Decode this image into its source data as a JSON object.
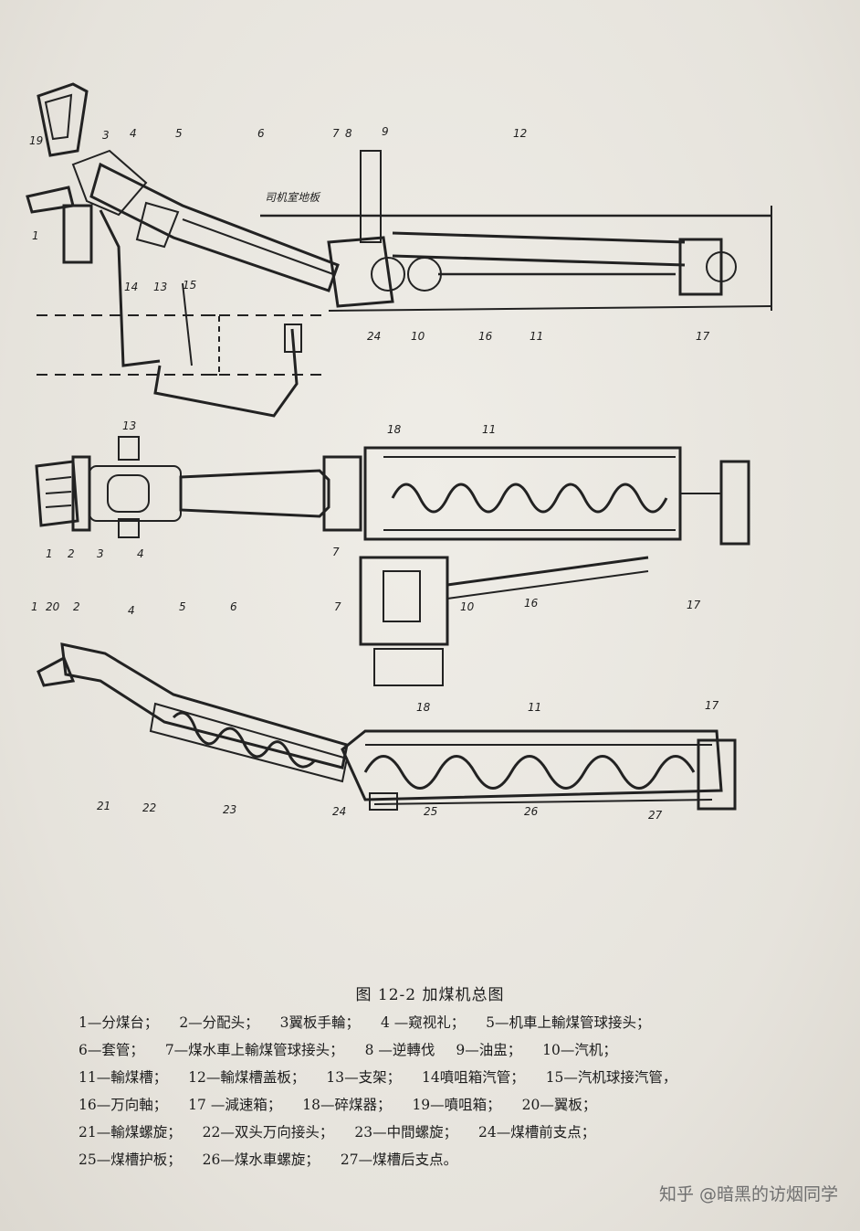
{
  "figure": {
    "caption": "图 12-2   加煤机总图",
    "top_view_note": "司机室地板"
  },
  "legend_rows": [
    [
      "1—分煤台；",
      "2—分配头；",
      "3翼板手輪；",
      "4 —窥视礼；",
      "5—机車上輸煤管球接头；"
    ],
    [
      "6—套管；",
      "7—煤水車上輸煤管球接头；",
      "8 —逆轉伐",
      "9—油盅；",
      "10—汽机；"
    ],
    [
      "11—輸煤槽；",
      "12—輸煤槽盖板；",
      "13—支架；",
      "14噴咀箱汽管；",
      "15—汽机球接汽管，"
    ],
    [
      "16—万向軸；",
      "17 —減速箱；",
      "18—碎煤器；",
      "19—噴咀箱；",
      "20—翼板；"
    ],
    [
      "21—輸煤螺旋；",
      "22—双头万向接头；",
      "23—中間螺旋；",
      "24—煤槽前支点；"
    ],
    [
      "25—煤槽护板；",
      "26—煤水車螺旋；",
      "27—煤槽后支点。"
    ]
  ],
  "part_labels": {
    "side": [
      "1",
      "19",
      "3",
      "4",
      "5",
      "6",
      "7",
      "8",
      "9",
      "12",
      "14",
      "13",
      "15",
      "24",
      "10",
      "16",
      "11",
      "17"
    ],
    "plan": [
      "13",
      "1",
      "2",
      "3",
      "4",
      "18",
      "11",
      "7",
      "16",
      "10",
      "17"
    ],
    "section": [
      "1",
      "20",
      "2",
      "4",
      "5",
      "6",
      "7",
      "18",
      "11",
      "17",
      "21",
      "22",
      "23",
      "24",
      "25",
      "26",
      "27"
    ]
  },
  "watermark": "知乎 @暗黑的访烟同学"
}
